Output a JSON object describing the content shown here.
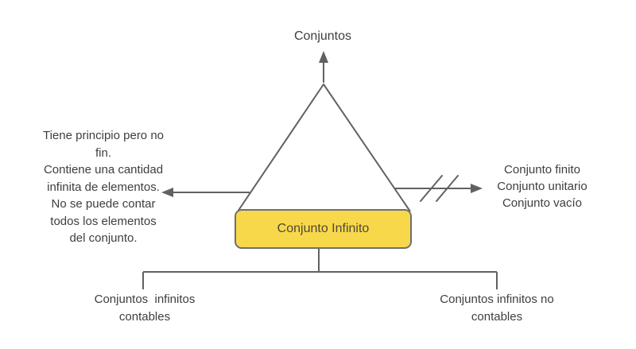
{
  "diagram": {
    "title": "Conjuntos",
    "center_node": "Conjunto Infinito",
    "left_note": "Tiene principio pero no\nfin.\nContiene una cantidad\ninfinita de elementos.\nNo se puede contar\ntodos los elementos\ndel conjunto.",
    "excluded_note": "Conjunto finito\nConjunto unitario\nConjunto vacío",
    "branch_left": "Conjuntos  infinitos\ncontables",
    "branch_right": "Conjuntos infinitos no\ncontables"
  },
  "colors": {
    "background": "#ffffff",
    "line": "#616161",
    "box_fill": "#f8d84b",
    "box_border": "#6f6f6f",
    "text": "#3e3e3e",
    "box_text": "#4e4836"
  }
}
